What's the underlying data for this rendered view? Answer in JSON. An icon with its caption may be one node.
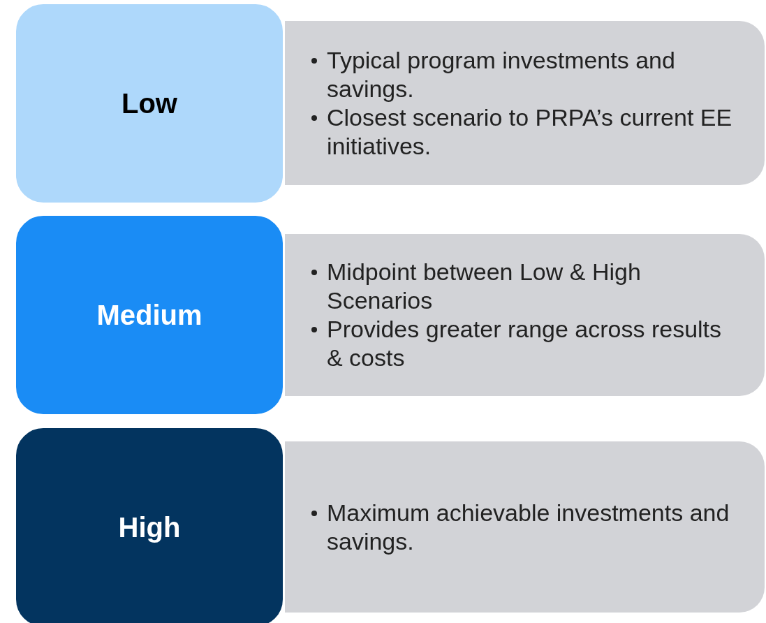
{
  "diagram": {
    "nodes": [
      {
        "text": [
          "Low"
        ]
      },
      {
        "text": [
          "Typical program investments and savings.",
          "Closest scenario to PRPA’s current EE initiatives."
        ]
      },
      {
        "text": [
          "Medium"
        ]
      },
      {
        "text": [
          "Midpoint between Low & High Scenarios",
          "Provides greater range across results & costs"
        ]
      },
      {
        "text": [
          "High"
        ]
      },
      {
        "text": [
          "Maximum achievable investments and savings."
        ]
      }
    ]
  }
}
